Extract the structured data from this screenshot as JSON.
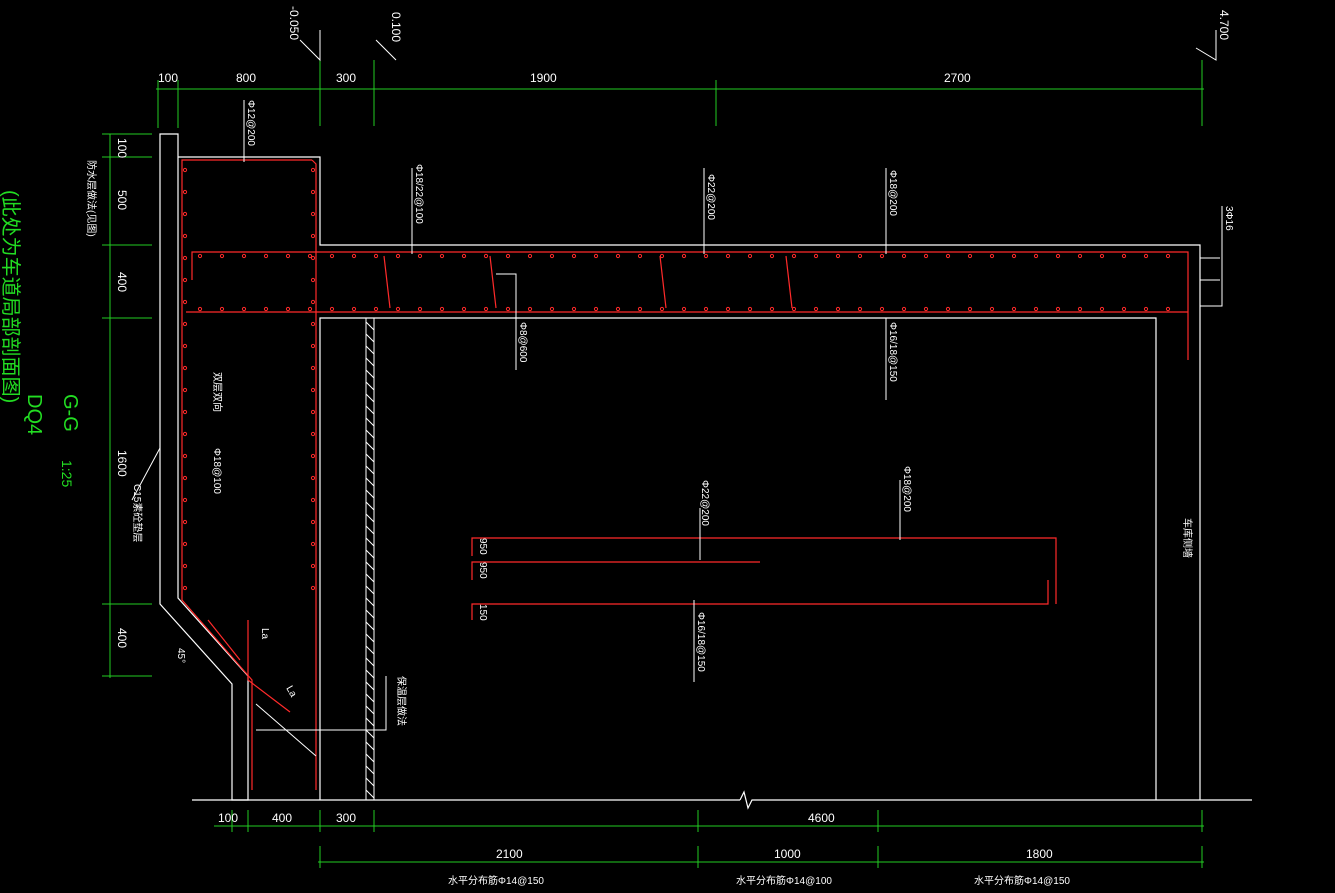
{
  "colors": {
    "background": "#000000",
    "outline": "#ffffff",
    "rebar": "#ff2a2a",
    "dimension": "#22cc22",
    "title": "#22dd22",
    "leader": "#ffffff"
  },
  "elevations": [
    "-0.050",
    "0.100",
    "4.700"
  ],
  "top_dims": [
    "100",
    "800",
    "300",
    "1900",
    "2700"
  ],
  "bottom_dims_row1": [
    "100",
    "400",
    "300",
    "4600"
  ],
  "bottom_dims_row2": [
    "2100",
    "1000",
    "1800"
  ],
  "bottom_notes": [
    "水平分布筋Φ14@150",
    "水平分布筋Φ14@100",
    "水平分布筋Φ14@150"
  ],
  "left_dims": [
    "100",
    "500",
    "400",
    "1600",
    "400"
  ],
  "section_title": "G-G",
  "section_scale": "1:25",
  "sheet_code": "DQ4",
  "side_title": "(此处为车道局部剖面图)",
  "rebar_labels": {
    "wall_top": "Φ12@200",
    "slab_left": "Φ18/22@100",
    "slab_mid": "Φ22@200",
    "slab_right": "Φ18@200",
    "edge": "3Φ16",
    "stirrup": "Φ8@600",
    "slab_bottom": "Φ16/18@150",
    "wall_note": "双层双向",
    "wall_rebar": "Φ18@100",
    "cushion": "C15素砼垫层",
    "wall_left_note": "防水层做法(见图)",
    "lower_top_a": "Φ22@200",
    "lower_top_b": "Φ18@200",
    "lower_bot": "Φ16/18@150",
    "lower_s1": "950",
    "lower_s2": "950",
    "lower_s3": "150",
    "la1": "La",
    "la2": "La",
    "angle": "45°",
    "insulation": "保温层做法",
    "right_wall": "车库侧墙"
  }
}
